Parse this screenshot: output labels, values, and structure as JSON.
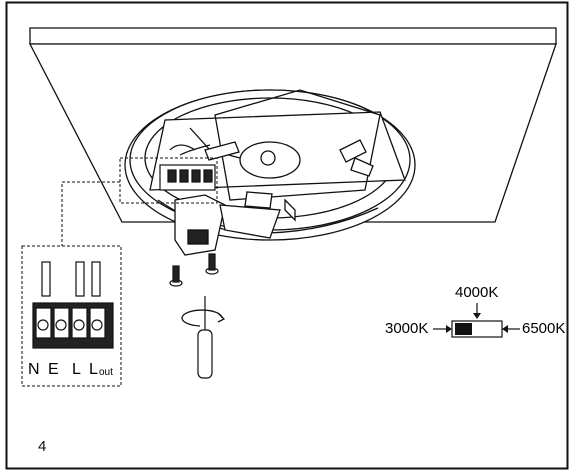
{
  "terminal_labels": {
    "n": "N",
    "e": "E",
    "l": "L",
    "lout_main": "L",
    "lout_sub": "out"
  },
  "cct_switch": {
    "top": "4000K",
    "left": "3000K",
    "right": "6500K"
  },
  "page_number": "4"
}
